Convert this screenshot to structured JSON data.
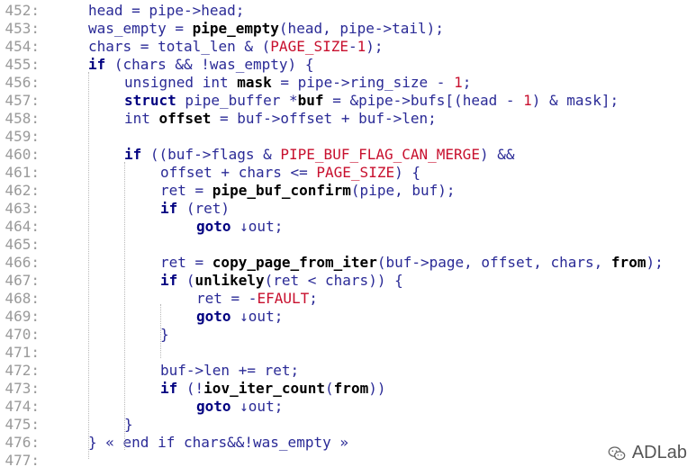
{
  "lines": [
    {
      "num": "452:",
      "indent": 40,
      "parts": [
        [
          "t",
          "head = pipe->head;"
        ]
      ]
    },
    {
      "num": "453:",
      "indent": 40,
      "parts": [
        [
          "t",
          "was_empty = "
        ],
        [
          "fn",
          "pipe_empty"
        ],
        [
          "t",
          "(head, pipe->tail);"
        ]
      ]
    },
    {
      "num": "454:",
      "indent": 40,
      "parts": [
        [
          "t",
          "chars = total_len & ("
        ],
        [
          "mac",
          "PAGE_SIZE"
        ],
        [
          "t",
          "-"
        ],
        [
          "num",
          "1"
        ],
        [
          "t",
          ");"
        ]
      ]
    },
    {
      "num": "455:",
      "indent": 40,
      "parts": [
        [
          "kw",
          "if"
        ],
        [
          "t",
          " (chars && !was_empty) {"
        ]
      ]
    },
    {
      "num": "456:",
      "indent": 80,
      "parts": [
        [
          "t",
          "unsigned int "
        ],
        [
          "fn",
          "mask"
        ],
        [
          "t",
          " = pipe->ring_size - "
        ],
        [
          "num",
          "1"
        ],
        [
          "t",
          ";"
        ]
      ]
    },
    {
      "num": "457:",
      "indent": 80,
      "parts": [
        [
          "kw",
          "struct"
        ],
        [
          "t",
          " pipe_buffer *"
        ],
        [
          "fn",
          "buf"
        ],
        [
          "t",
          " = &pipe->bufs[(head - "
        ],
        [
          "num",
          "1"
        ],
        [
          "t",
          ") & mask];"
        ]
      ]
    },
    {
      "num": "458:",
      "indent": 80,
      "parts": [
        [
          "t",
          "int "
        ],
        [
          "fn",
          "offset"
        ],
        [
          "t",
          " = buf->offset + buf->len;"
        ]
      ]
    },
    {
      "num": "459:",
      "indent": 0,
      "parts": []
    },
    {
      "num": "460:",
      "indent": 80,
      "parts": [
        [
          "kw",
          "if"
        ],
        [
          "t",
          " ((buf->flags & "
        ],
        [
          "mac",
          "PIPE_BUF_FLAG_CAN_MERGE"
        ],
        [
          "t",
          ") &&"
        ]
      ]
    },
    {
      "num": "461:",
      "indent": 120,
      "parts": [
        [
          "t",
          "offset + chars <= "
        ],
        [
          "mac",
          "PAGE_SIZE"
        ],
        [
          "t",
          ") {"
        ]
      ]
    },
    {
      "num": "462:",
      "indent": 120,
      "parts": [
        [
          "t",
          "ret = "
        ],
        [
          "fn",
          "pipe_buf_confirm"
        ],
        [
          "t",
          "(pipe, buf);"
        ]
      ]
    },
    {
      "num": "463:",
      "indent": 120,
      "parts": [
        [
          "kw",
          "if"
        ],
        [
          "t",
          " (ret)"
        ]
      ]
    },
    {
      "num": "464:",
      "indent": 160,
      "parts": [
        [
          "kw",
          "goto"
        ],
        [
          "t",
          " ↓out;"
        ]
      ]
    },
    {
      "num": "465:",
      "indent": 0,
      "parts": []
    },
    {
      "num": "466:",
      "indent": 120,
      "parts": [
        [
          "t",
          "ret = "
        ],
        [
          "fn",
          "copy_page_from_iter"
        ],
        [
          "t",
          "(buf->page, offset, chars, "
        ],
        [
          "fn",
          "from"
        ],
        [
          "t",
          ");"
        ]
      ]
    },
    {
      "num": "467:",
      "indent": 120,
      "parts": [
        [
          "kw",
          "if"
        ],
        [
          "t",
          " ("
        ],
        [
          "fn",
          "unlikely"
        ],
        [
          "t",
          "(ret < chars)) {"
        ]
      ]
    },
    {
      "num": "468:",
      "indent": 160,
      "parts": [
        [
          "t",
          "ret = -"
        ],
        [
          "mac",
          "EFAULT"
        ],
        [
          "t",
          ";"
        ]
      ]
    },
    {
      "num": "469:",
      "indent": 160,
      "parts": [
        [
          "kw",
          "goto"
        ],
        [
          "t",
          " ↓out;"
        ]
      ]
    },
    {
      "num": "470:",
      "indent": 120,
      "parts": [
        [
          "t",
          "}"
        ]
      ]
    },
    {
      "num": "471:",
      "indent": 0,
      "parts": []
    },
    {
      "num": "472:",
      "indent": 120,
      "parts": [
        [
          "t",
          "buf->len += ret;"
        ]
      ]
    },
    {
      "num": "473:",
      "indent": 120,
      "parts": [
        [
          "kw",
          "if"
        ],
        [
          "t",
          " (!"
        ],
        [
          "fn",
          "iov_iter_count"
        ],
        [
          "t",
          "("
        ],
        [
          "fn",
          "from"
        ],
        [
          "t",
          "))"
        ]
      ]
    },
    {
      "num": "474:",
      "indent": 160,
      "parts": [
        [
          "kw",
          "goto"
        ],
        [
          "t",
          " ↓out;"
        ]
      ]
    },
    {
      "num": "475:",
      "indent": 80,
      "parts": [
        [
          "t",
          "}"
        ]
      ]
    },
    {
      "num": "476:",
      "indent": 40,
      "parts": [
        [
          "t",
          "} « end if chars&&!was_empty »"
        ]
      ]
    },
    {
      "num": "477:",
      "indent": 0,
      "parts": []
    }
  ],
  "watermark": {
    "label": "ADLab",
    "icon": "wechat-icon"
  },
  "colors": {
    "keyword": "#000080",
    "macro": "#c8102e",
    "plain": "#2a2a96",
    "linenum": "#9a9a9a"
  }
}
